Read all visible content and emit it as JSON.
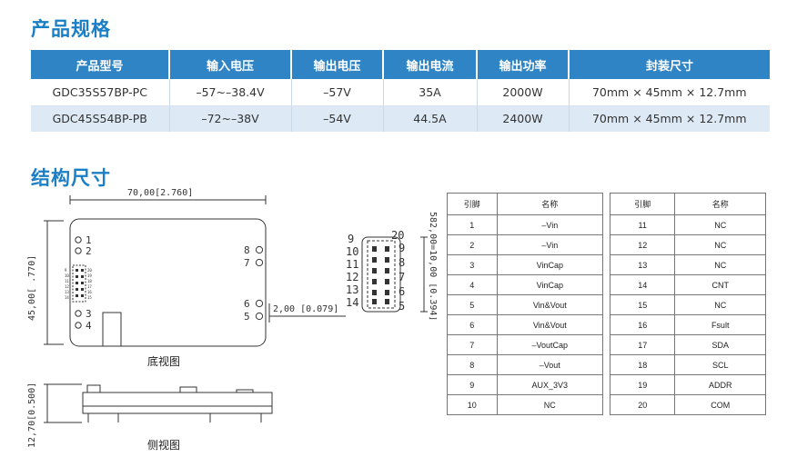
{
  "titles": {
    "spec": "产品规格",
    "structure": "结构尺寸"
  },
  "spec_table": {
    "headers": [
      "产品型号",
      "输入电压",
      "输出电压",
      "输出电流",
      "输出功率",
      "封装尺寸"
    ],
    "rows": [
      [
        "GDC35S57BP-PC",
        "–57~–38.4V",
        "–57V",
        "35A",
        "2000W",
        "70mm × 45mm × 12.7mm"
      ],
      [
        "GDC45S54BP-PB",
        "–72~–38V",
        "–54V",
        "44.5A",
        "2400W",
        "70mm × 45mm × 12.7mm"
      ]
    ]
  },
  "drawing": {
    "width_dim": "70,00[2.760]",
    "height_dim": "45,00[ .770]",
    "side_height_dim": "12,70[0.500]",
    "pitch_dim": "2,00 [0.079]",
    "conn_height_dim": "582,00=10,00 [0.394]",
    "bottom_pins_left_top": [
      "1",
      "2"
    ],
    "bottom_pins_left_bottom": [
      "3",
      "4"
    ],
    "bottom_pins_right_top": [
      "8",
      "7"
    ],
    "bottom_pins_right_bottom": [
      "6",
      "5"
    ],
    "conn_left_labels": [
      "9",
      "10",
      "11",
      "12",
      "13",
      "14"
    ],
    "conn_right_labels": [
      "20",
      "9",
      "8",
      "7",
      "6",
      "5"
    ],
    "small_conn_left": [
      "9",
      "10",
      "11",
      "12",
      "13",
      "14"
    ],
    "small_conn_right": [
      "20",
      "19",
      "18",
      "17",
      "16",
      "15"
    ],
    "caption_bottom": "底视图",
    "caption_side": "侧视图"
  },
  "pin_table_a": {
    "headers": [
      "引脚",
      "名称"
    ],
    "rows": [
      [
        "1",
        "–Vin"
      ],
      [
        "2",
        "–Vin"
      ],
      [
        "3",
        "VinCap"
      ],
      [
        "4",
        "VinCap"
      ],
      [
        "5",
        "Vin&Vout"
      ],
      [
        "6",
        "Vin&Vout"
      ],
      [
        "7",
        "–VoutCap"
      ],
      [
        "8",
        "–Vout"
      ],
      [
        "9",
        "AUX_3V3"
      ],
      [
        "10",
        "NC"
      ]
    ]
  },
  "pin_table_b": {
    "headers": [
      "引脚",
      "名称"
    ],
    "rows": [
      [
        "11",
        "NC"
      ],
      [
        "12",
        "NC"
      ],
      [
        "13",
        "NC"
      ],
      [
        "14",
        "CNT"
      ],
      [
        "15",
        "NC"
      ],
      [
        "16",
        "Fsult"
      ],
      [
        "17",
        "SDA"
      ],
      [
        "18",
        "SCL"
      ],
      [
        "19",
        "ADDR"
      ],
      [
        "20",
        "COM"
      ]
    ]
  }
}
